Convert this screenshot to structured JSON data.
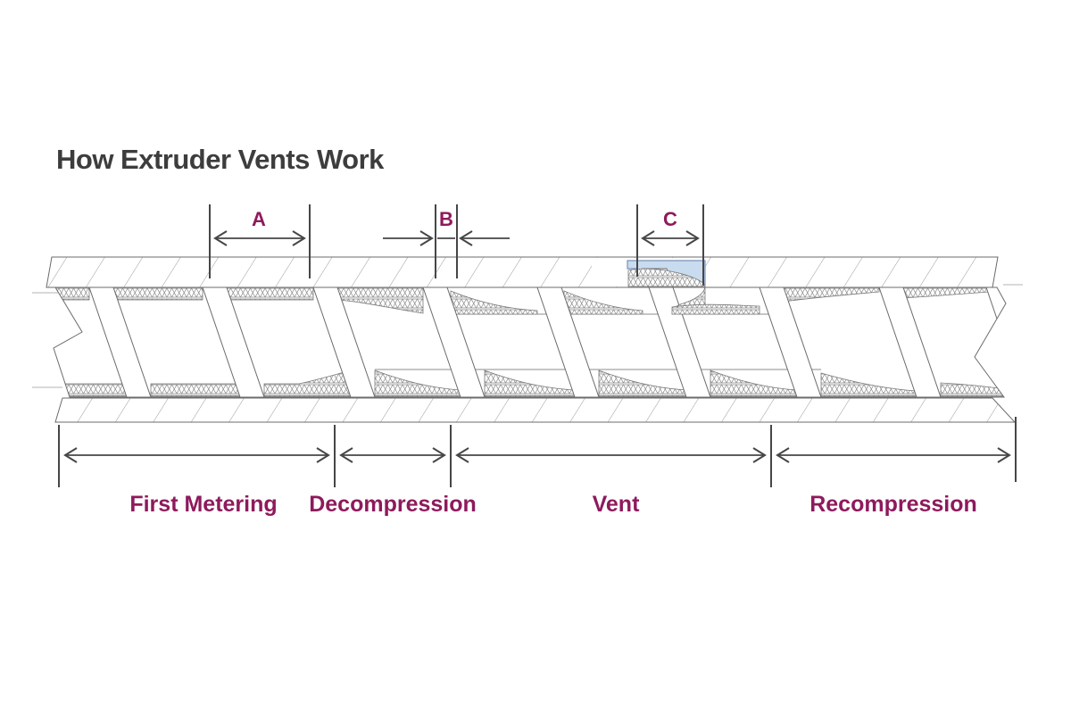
{
  "title": "How Extruder Vents Work",
  "dims": {
    "a": "A",
    "b": "B",
    "c": "C"
  },
  "zones": [
    {
      "label": "First Metering"
    },
    {
      "label": "Decompression"
    },
    {
      "label": "Vent"
    },
    {
      "label": "Recompression"
    }
  ],
  "colors": {
    "accent": "#8e1a5c",
    "title_text": "#3d3d3d",
    "vent_fill": "#c9dcef",
    "vent_stroke": "#7b93b8",
    "drawing_line": "#6b6b6b",
    "dimension_line": "#464646"
  }
}
